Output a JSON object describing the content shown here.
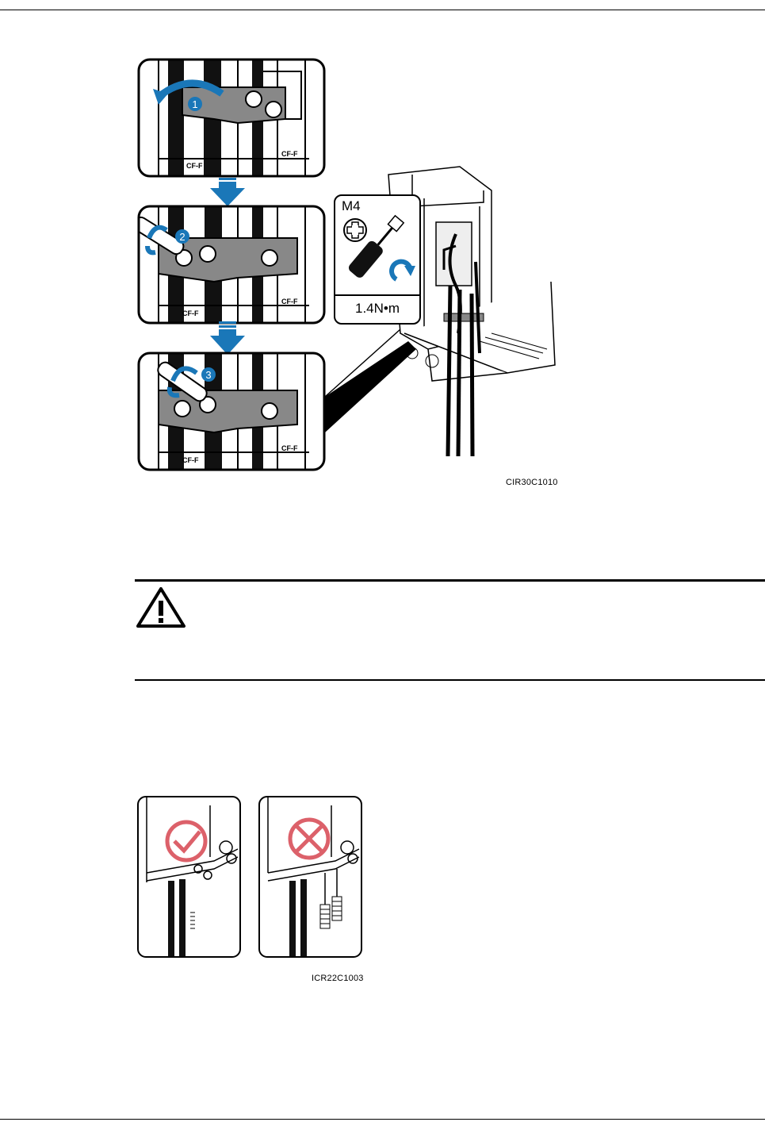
{
  "figure1": {
    "code": "CIR30C1010",
    "callout": {
      "screw": "M4",
      "torque": "1.4N•m"
    },
    "steps": [
      "1",
      "2",
      "3"
    ]
  },
  "caution": {
    "icon": "warning-triangle-icon"
  },
  "figure2": {
    "code": "ICR22C1003",
    "panels": [
      {
        "status": "correct",
        "icon": "check-circle-icon",
        "color": "#d9505a"
      },
      {
        "status": "incorrect",
        "icon": "cross-circle-icon",
        "color": "#d9505a"
      }
    ]
  },
  "colors": {
    "accent": "#1a77b8",
    "mark": "#d9505a"
  }
}
